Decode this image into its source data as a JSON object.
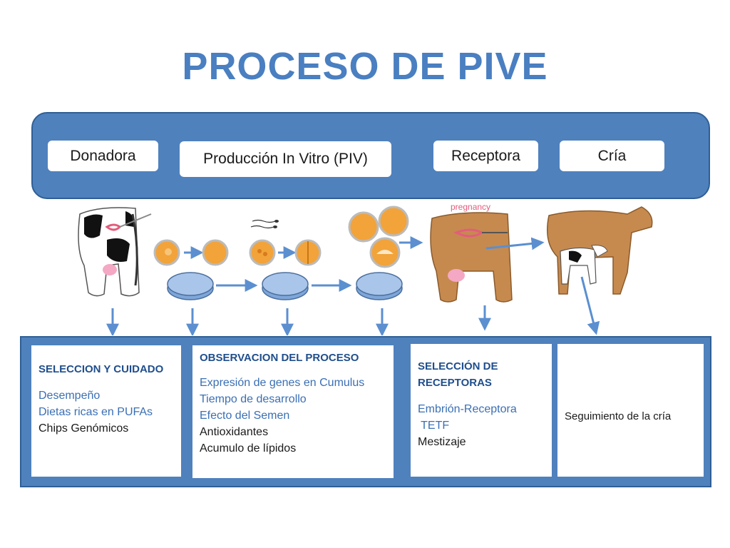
{
  "title": "PROCESO DE PIVE",
  "stages": {
    "donadora": "Donadora",
    "piv": "Producción In Vitro (PIV)",
    "receptora": "Receptora",
    "cria": "Cría"
  },
  "illustration": {
    "pregnancy_label": "pregnancy"
  },
  "cards": {
    "donor": {
      "heading": "SELECCION Y CUIDADO",
      "lines": [
        "Desempeño",
        "Dietas ricas en PUFAs",
        "Chips Genómicos"
      ]
    },
    "process": {
      "heading": "OBSERVACION DEL PROCESO",
      "lines": [
        "Expresión de genes en Cumulus",
        "Tiempo de desarrollo",
        "Efecto del Semen",
        "Antioxidantes",
        "Acumulo de lípidos"
      ]
    },
    "recipient": {
      "heading_line1": "SELECCIÓN DE",
      "heading_line2": "RECEPTORAS",
      "lines": [
        "Embrión-Receptora",
        " TETF",
        "Mestizaje"
      ]
    },
    "calf": {
      "text": "Seguimiento de la cría"
    }
  },
  "colors": {
    "title": "#4a7fc1",
    "panel": "#4f81bd",
    "heading": "#1f4e8c",
    "accent_text": "#3a6fb4",
    "arrow": "#5b8fd0",
    "cow_brown": "#c68a4f",
    "dish": "#7fa6d8",
    "oocyte": "#f2a33a"
  }
}
